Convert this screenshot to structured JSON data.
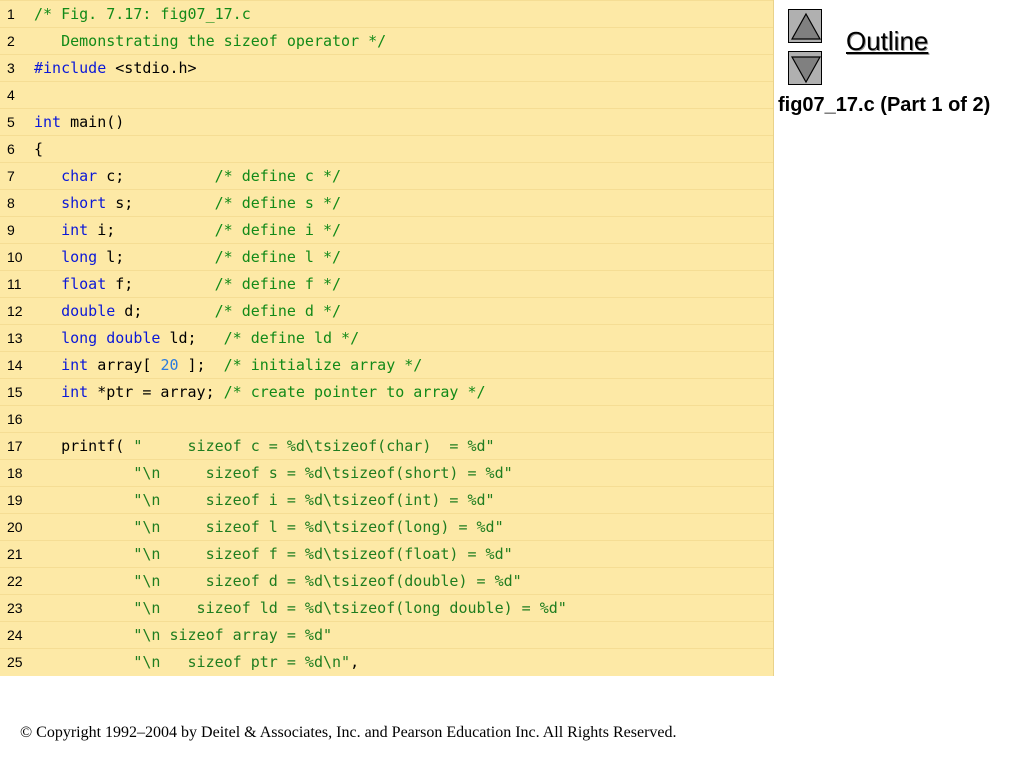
{
  "code_lines": [
    {
      "n": "1",
      "tokens": [
        {
          "t": "/* Fig. 7.17: fig07_17.c",
          "c": "cm"
        }
      ]
    },
    {
      "n": "2",
      "tokens": [
        {
          "t": "   Demonstrating the sizeof operator */",
          "c": "cm"
        }
      ]
    },
    {
      "n": "3",
      "tokens": [
        {
          "t": "#include",
          "c": "kw"
        },
        {
          "t": " <stdio.h>",
          "c": ""
        }
      ]
    },
    {
      "n": "4",
      "tokens": []
    },
    {
      "n": "5",
      "tokens": [
        {
          "t": "int",
          "c": "kw"
        },
        {
          "t": " main()",
          "c": ""
        }
      ]
    },
    {
      "n": "6",
      "tokens": [
        {
          "t": "{",
          "c": ""
        }
      ]
    },
    {
      "n": "7",
      "tokens": [
        {
          "t": "   ",
          "c": ""
        },
        {
          "t": "char",
          "c": "kw"
        },
        {
          "t": " c;          ",
          "c": ""
        },
        {
          "t": "/* define c */",
          "c": "cm"
        }
      ]
    },
    {
      "n": "8",
      "tokens": [
        {
          "t": "   ",
          "c": ""
        },
        {
          "t": "short",
          "c": "kw"
        },
        {
          "t": " s;         ",
          "c": ""
        },
        {
          "t": "/* define s */",
          "c": "cm"
        }
      ]
    },
    {
      "n": "9",
      "tokens": [
        {
          "t": "   ",
          "c": ""
        },
        {
          "t": "int",
          "c": "kw"
        },
        {
          "t": " i;           ",
          "c": ""
        },
        {
          "t": "/* define i */",
          "c": "cm"
        }
      ]
    },
    {
      "n": "10",
      "tokens": [
        {
          "t": "   ",
          "c": ""
        },
        {
          "t": "long",
          "c": "kw"
        },
        {
          "t": " l;          ",
          "c": ""
        },
        {
          "t": "/* define l */",
          "c": "cm"
        }
      ]
    },
    {
      "n": "11",
      "tokens": [
        {
          "t": "   ",
          "c": ""
        },
        {
          "t": "float",
          "c": "kw"
        },
        {
          "t": " f;         ",
          "c": ""
        },
        {
          "t": "/* define f */",
          "c": "cm"
        }
      ]
    },
    {
      "n": "12",
      "tokens": [
        {
          "t": "   ",
          "c": ""
        },
        {
          "t": "double",
          "c": "kw"
        },
        {
          "t": " d;        ",
          "c": ""
        },
        {
          "t": "/* define d */",
          "c": "cm"
        }
      ]
    },
    {
      "n": "13",
      "tokens": [
        {
          "t": "   ",
          "c": ""
        },
        {
          "t": "long",
          "c": "kw"
        },
        {
          "t": " ",
          "c": ""
        },
        {
          "t": "double",
          "c": "kw"
        },
        {
          "t": " ld;   ",
          "c": ""
        },
        {
          "t": "/* define ld */",
          "c": "cm"
        }
      ]
    },
    {
      "n": "14",
      "tokens": [
        {
          "t": "   ",
          "c": ""
        },
        {
          "t": "int",
          "c": "kw"
        },
        {
          "t": " array[ ",
          "c": ""
        },
        {
          "t": "20",
          "c": "nm"
        },
        {
          "t": " ];  ",
          "c": ""
        },
        {
          "t": "/* initialize array */",
          "c": "cm"
        }
      ]
    },
    {
      "n": "15",
      "tokens": [
        {
          "t": "   ",
          "c": ""
        },
        {
          "t": "int",
          "c": "kw"
        },
        {
          "t": " *ptr = array; ",
          "c": ""
        },
        {
          "t": "/* create pointer to array */",
          "c": "cm"
        }
      ]
    },
    {
      "n": "16",
      "tokens": []
    },
    {
      "n": "17",
      "tokens": [
        {
          "t": "   printf( ",
          "c": ""
        },
        {
          "t": "\"     sizeof c = %d\\tsizeof(char)  = %d\"",
          "c": "st"
        }
      ]
    },
    {
      "n": "18",
      "tokens": [
        {
          "t": "           ",
          "c": ""
        },
        {
          "t": "\"\\n     sizeof s = %d\\tsizeof(short) = %d\"",
          "c": "st"
        }
      ]
    },
    {
      "n": "19",
      "tokens": [
        {
          "t": "           ",
          "c": ""
        },
        {
          "t": "\"\\n     sizeof i = %d\\tsizeof(int) = %d\"",
          "c": "st"
        }
      ]
    },
    {
      "n": "20",
      "tokens": [
        {
          "t": "           ",
          "c": ""
        },
        {
          "t": "\"\\n     sizeof l = %d\\tsizeof(long) = %d\"",
          "c": "st"
        }
      ]
    },
    {
      "n": "21",
      "tokens": [
        {
          "t": "           ",
          "c": ""
        },
        {
          "t": "\"\\n     sizeof f = %d\\tsizeof(float) = %d\"",
          "c": "st"
        }
      ]
    },
    {
      "n": "22",
      "tokens": [
        {
          "t": "           ",
          "c": ""
        },
        {
          "t": "\"\\n     sizeof d = %d\\tsizeof(double) = %d\"",
          "c": "st"
        }
      ]
    },
    {
      "n": "23",
      "tokens": [
        {
          "t": "           ",
          "c": ""
        },
        {
          "t": "\"\\n    sizeof ld = %d\\tsizeof(long double) = %d\"",
          "c": "st"
        }
      ]
    },
    {
      "n": "24",
      "tokens": [
        {
          "t": "           ",
          "c": ""
        },
        {
          "t": "\"\\n sizeof array = %d\"",
          "c": "st"
        }
      ]
    },
    {
      "n": "25",
      "tokens": [
        {
          "t": "           ",
          "c": ""
        },
        {
          "t": "\"\\n   sizeof ptr = %d\\n\"",
          "c": "st"
        },
        {
          "t": ",",
          "c": ""
        }
      ]
    }
  ],
  "sidebar": {
    "outline_label": "Outline",
    "part_label": "fig07_17.c (Part 1 of 2)",
    "up_icon": "triangle-up-icon",
    "down_icon": "triangle-down-icon"
  },
  "footer": {
    "copyright": "© Copyright 1992–2004 by Deitel & Associates, Inc. and Pearson Education Inc. All Rights Reserved."
  },
  "colors": {
    "panel_bg": "#fde9a6",
    "keyword": "#0b18d8",
    "comment": "#128a18",
    "string": "#1f7d1f",
    "number": "#2a7be0"
  }
}
